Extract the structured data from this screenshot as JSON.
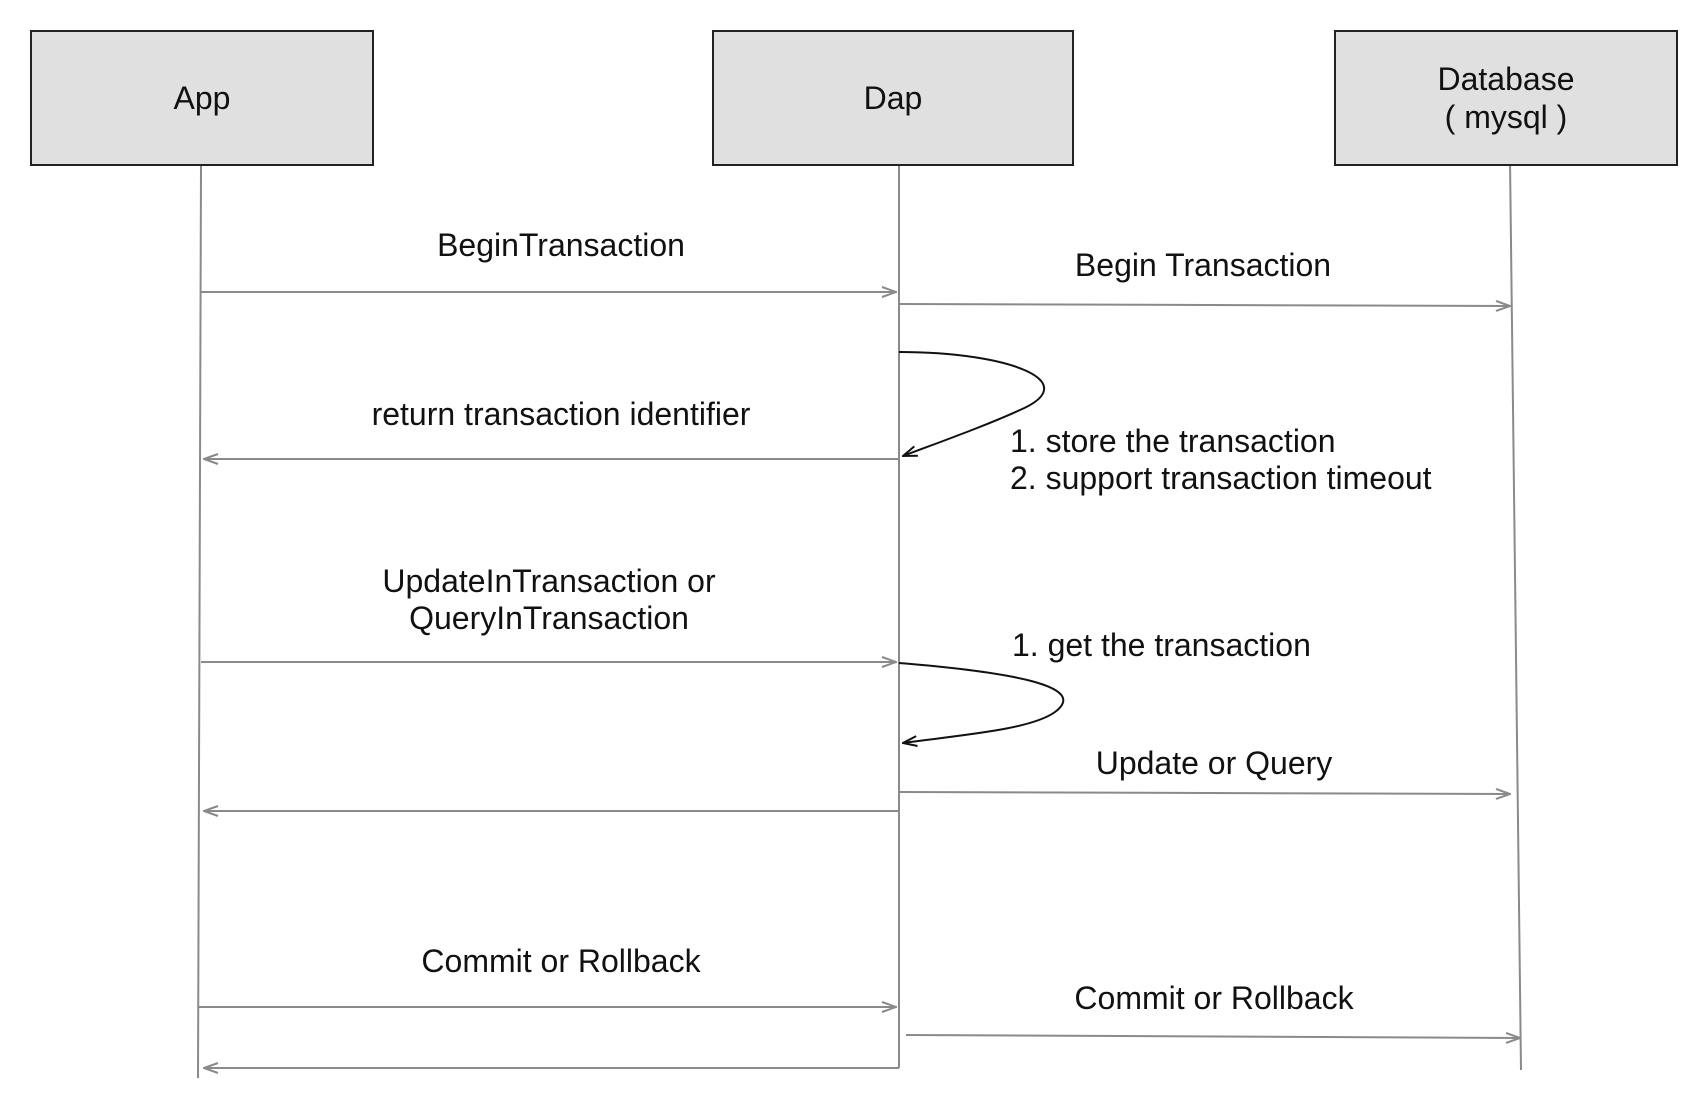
{
  "participants": {
    "app": {
      "label": "App"
    },
    "dap": {
      "label": "Dap"
    },
    "database": {
      "label_line1": "Database",
      "label_line2": "( mysql )"
    }
  },
  "messages": {
    "begin_transaction_app": "BeginTransaction",
    "begin_transaction_db": "Begin Transaction",
    "return_identifier": "return transaction identifier",
    "update_query_in_tx_line1": "UpdateInTransaction or",
    "update_query_in_tx_line2": "QueryInTransaction",
    "update_or_query": "Update or Query",
    "commit_rollback_app": "Commit or  Rollback",
    "commit_rollback_db": "Commit or Rollback"
  },
  "notes": {
    "store_note_line1": "1. store the transaction",
    "store_note_line2": "2. support transaction timeout",
    "get_note": "1. get the transaction"
  },
  "colors": {
    "box_fill": "#e0e0e0",
    "line": "#8a8a8a",
    "self_loop": "#111111"
  }
}
